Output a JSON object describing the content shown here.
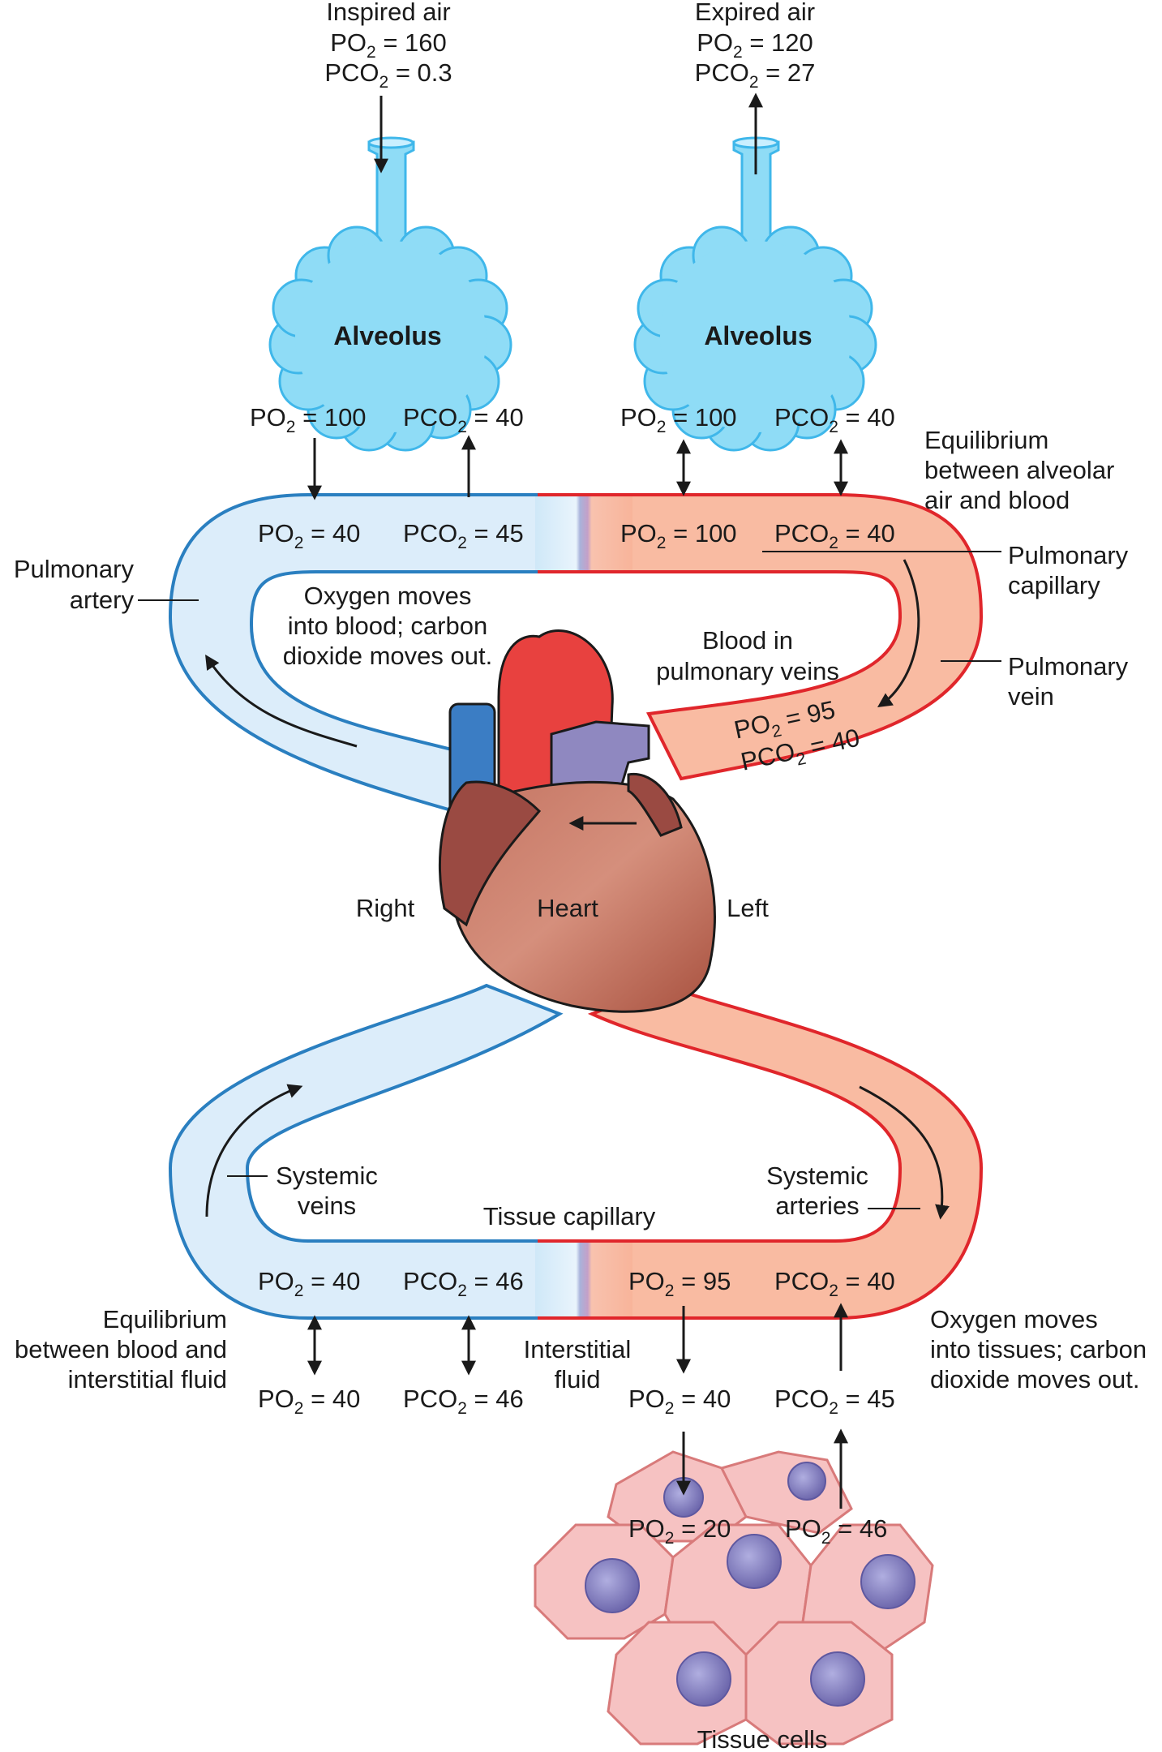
{
  "inspired": {
    "title": "Inspired air",
    "po2": "160",
    "pco2": "0.3"
  },
  "expired": {
    "title": "Expired air",
    "po2": "120",
    "pco2": "27"
  },
  "alveolus_left": {
    "label": "Alveolus",
    "po2": "100",
    "pco2": "40"
  },
  "alveolus_right": {
    "label": "Alveolus",
    "po2": "100",
    "pco2": "40"
  },
  "pulmonary_cap_left": {
    "po2": "40",
    "pco2": "45"
  },
  "pulmonary_cap_right": {
    "po2": "100",
    "pco2": "40"
  },
  "pulmonary_vein_values": {
    "po2": "95",
    "pco2": "40"
  },
  "systemic_cap_left": {
    "po2": "40",
    "pco2": "46"
  },
  "systemic_cap_right": {
    "po2": "95",
    "pco2": "40"
  },
  "interstitial_left": {
    "po2": "40",
    "pco2": "46"
  },
  "interstitial_right": {
    "po2": "40",
    "pco2": "45"
  },
  "tissue_cell_values": {
    "po2": "20",
    "pco2_cell_label_po2": "46"
  },
  "labels": {
    "equilibrium_alveolar": [
      "Equilibrium",
      "between alveolar",
      "air and blood"
    ],
    "pulmonary_artery": [
      "Pulmonary",
      "artery"
    ],
    "pulmonary_capillary": [
      "Pulmonary",
      "capillary"
    ],
    "pulmonary_vein": [
      "Pulmonary",
      "vein"
    ],
    "oxygen_into_blood": [
      "Oxygen moves",
      "into blood; carbon",
      "dioxide moves out."
    ],
    "blood_pulmonary_veins": [
      "Blood in",
      "pulmonary veins"
    ],
    "right": "Right",
    "heart": "Heart",
    "left": "Left",
    "systemic_veins": [
      "Systemic",
      "veins"
    ],
    "systemic_arteries": [
      "Systemic",
      "arteries"
    ],
    "tissue_capillary": "Tissue capillary",
    "equilibrium_interstitial": [
      "Equilibrium",
      "between blood and",
      "interstitial fluid"
    ],
    "interstitial_fluid": [
      "Interstitial",
      "fluid"
    ],
    "oxygen_into_tissues": [
      "Oxygen moves",
      "into tissues; carbon",
      "dioxide moves out."
    ],
    "tissue_cells": "Tissue cells"
  },
  "colors": {
    "venous": "#2a7fc0",
    "venous_fill": "#d6ecfa",
    "arterial": "#e0262b",
    "arterial_fill": "#f8b49a",
    "alveolus": "#7fd8f5",
    "heart": "#b8614f",
    "cell": "#f4b8b8",
    "nucleus": "#8b86c4"
  }
}
